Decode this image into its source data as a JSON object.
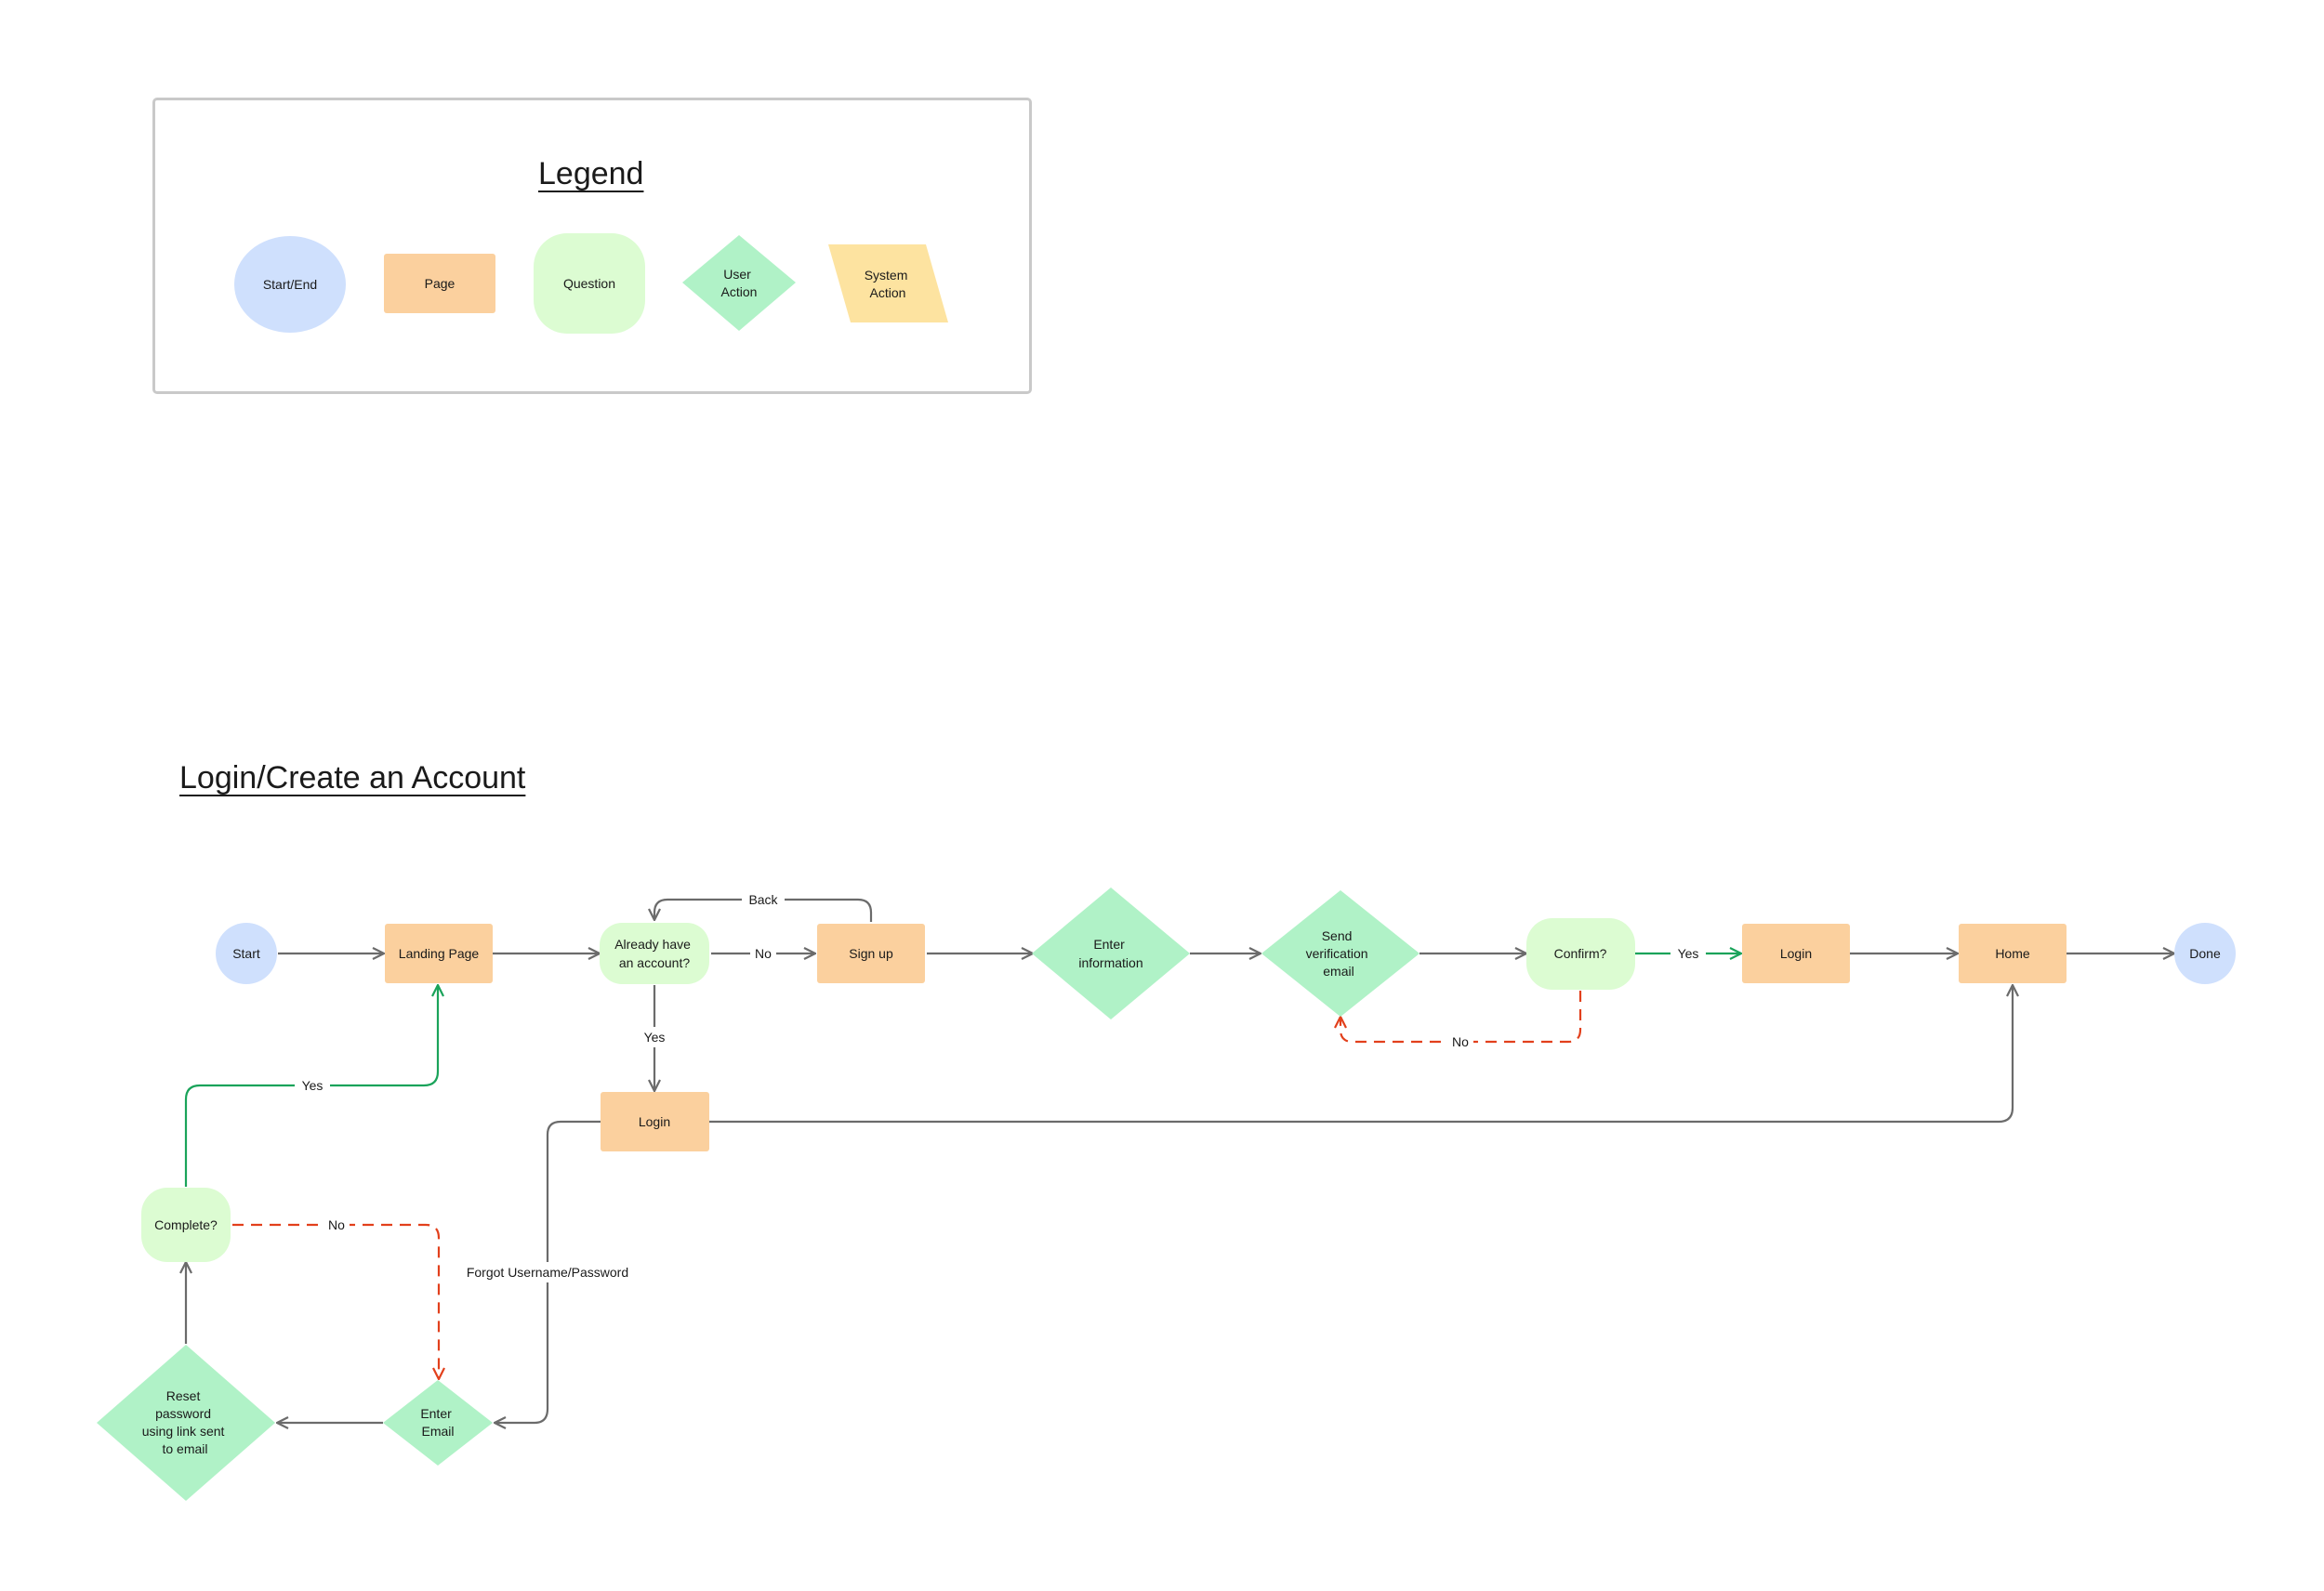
{
  "legend": {
    "title": "Legend",
    "items": [
      {
        "shape": "ellipse",
        "lines": [
          "Start/End"
        ],
        "color": "#cfe0fd"
      },
      {
        "shape": "rect",
        "lines": [
          "Page"
        ],
        "color": "#fbd09e"
      },
      {
        "shape": "rounded",
        "lines": [
          "Question"
        ],
        "color": "#dcfcd2"
      },
      {
        "shape": "diamond",
        "lines": [
          "User",
          "Action"
        ],
        "color": "#b0f2c7"
      },
      {
        "shape": "parallelogram",
        "lines": [
          "System",
          "Action"
        ],
        "color": "#fde3a0"
      }
    ]
  },
  "flow": {
    "title": "Login/Create an Account",
    "nodes": {
      "start": {
        "lines": [
          "Start"
        ],
        "kind": "start_end"
      },
      "landing": {
        "lines": [
          "Landing Page"
        ],
        "kind": "page"
      },
      "already": {
        "lines": [
          "Already have",
          "an account?"
        ],
        "kind": "question"
      },
      "signup": {
        "lines": [
          "Sign up"
        ],
        "kind": "page"
      },
      "enter_info": {
        "lines": [
          "Enter",
          "information"
        ],
        "kind": "user_action"
      },
      "send_verif": {
        "lines": [
          "Send",
          "verification",
          "email"
        ],
        "kind": "user_action"
      },
      "confirm": {
        "lines": [
          "Confirm?"
        ],
        "kind": "question"
      },
      "login_top": {
        "lines": [
          "Login"
        ],
        "kind": "page"
      },
      "home": {
        "lines": [
          "Home"
        ],
        "kind": "page"
      },
      "done": {
        "lines": [
          "Done"
        ],
        "kind": "start_end"
      },
      "login_mid": {
        "lines": [
          "Login"
        ],
        "kind": "page"
      },
      "complete": {
        "lines": [
          "Complete?"
        ],
        "kind": "question"
      },
      "enter_email": {
        "lines": [
          "Enter",
          "Email"
        ],
        "kind": "user_action"
      },
      "reset": {
        "lines": [
          "Reset",
          "password",
          "using link sent",
          "to email"
        ],
        "kind": "user_action"
      }
    },
    "edge_labels": {
      "back": "Back",
      "no_signup": "No",
      "yes_login": "Yes",
      "yes_confirm": "Yes",
      "no_confirm": "No",
      "yes_complete": "Yes",
      "no_complete": "No",
      "forgot": "Forgot Username/Password"
    }
  },
  "colors": {
    "start_end": "#cfe0fd",
    "page": "#fbd09e",
    "question": "#dcfcd2",
    "user_action": "#b0f2c7",
    "system_action": "#fde3a0",
    "line_default": "#6b6b6b",
    "line_yes": "#1aa35a",
    "line_no": "#e2401c"
  }
}
